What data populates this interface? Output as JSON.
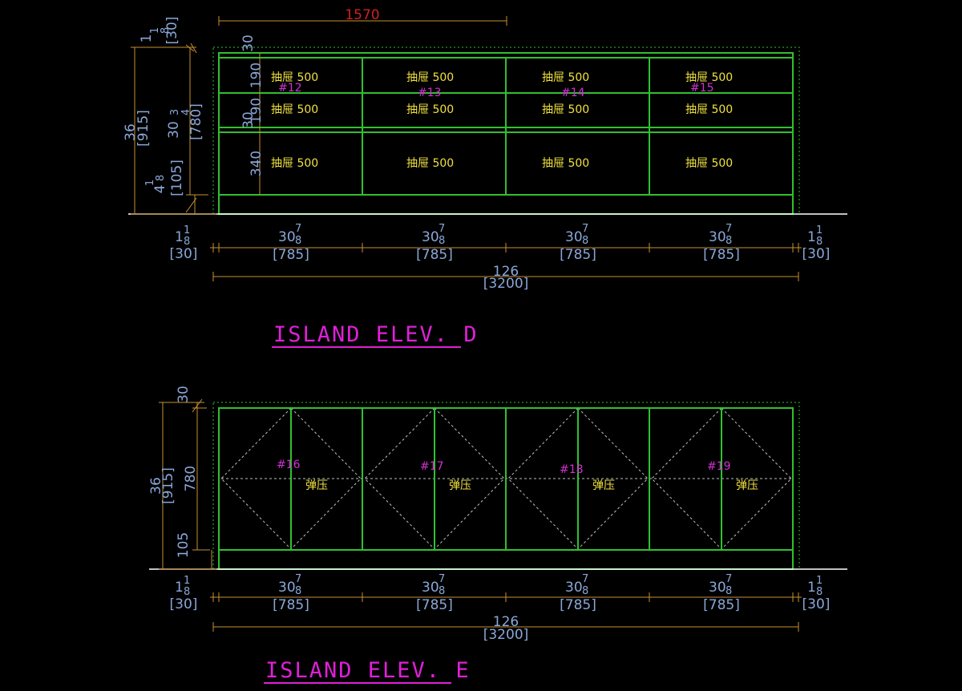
{
  "elev_d": {
    "title": "ISLAND ELEV. D",
    "top_dim": "1570",
    "height_inch": "36",
    "height_mm": "[915]",
    "body_inch_whole": "30",
    "body_inch_num": "3",
    "body_inch_den": "4",
    "body_mm": "[780]",
    "top_gap_whole": "1",
    "top_gap_num": "1",
    "top_gap_den": "8",
    "top_gap_mm": "[30]",
    "toe_whole": "4",
    "toe_num": "1",
    "toe_den": "8",
    "toe_mm": "[105]",
    "inner_dims": [
      "30",
      "190",
      "190",
      "30",
      "340"
    ],
    "drawer_label": "抽屉 500",
    "tags": [
      "#12",
      "#13",
      "#14",
      "#15"
    ],
    "side_whole": "1",
    "side_num": "1",
    "side_den": "8",
    "side_mm": "[30]",
    "bay_whole": "30",
    "bay_num": "7",
    "bay_den": "8",
    "bay_mm": "[785]",
    "total_inch": "126",
    "total_mm": "[3200]"
  },
  "elev_e": {
    "title": "ISLAND ELEV. E",
    "height_inch": "36",
    "height_mm": "[915]",
    "inner_dims": [
      "30",
      "780",
      "105"
    ],
    "push_label": "弹压",
    "tags": [
      "#16",
      "#17",
      "#18",
      "#19"
    ],
    "side_whole": "1",
    "side_num": "1",
    "side_den": "8",
    "side_mm": "[30]",
    "bay_whole": "30",
    "bay_num": "7",
    "bay_den": "8",
    "bay_mm": "[785]",
    "total_inch": "126",
    "total_mm": "[3200]"
  }
}
